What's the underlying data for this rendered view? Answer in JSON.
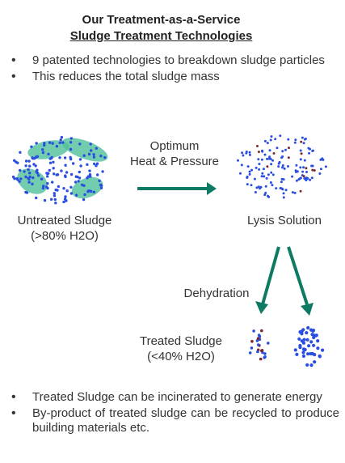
{
  "header": {
    "line1": "Our Treatment-as-a-Service",
    "line2": "Sludge Treatment Technologies"
  },
  "intro_bullets": [
    "9 patented technologies to breakdown sludge particles",
    "This reduces the total sludge mass"
  ],
  "diagram": {
    "untreated_label": "Untreated Sludge",
    "untreated_sub": "(>80% H2O)",
    "process_line1": "Optimum",
    "process_line2": "Heat & Pressure",
    "lysis_label": "Lysis Solution",
    "dehydration_label": "Dehydration",
    "treated_label": "Treated Sludge",
    "treated_sub": "(<40% H2O)",
    "colors": {
      "arrow": "#0e7a63",
      "particle": "#2a4fe0",
      "blob": "#4fbf9a",
      "dark": "#7a2b2b"
    }
  },
  "outro_bullets": [
    "Treated Sludge can be incinerated to generate energy",
    "By-product of treated sludge can be recycled to produce building materials etc."
  ]
}
